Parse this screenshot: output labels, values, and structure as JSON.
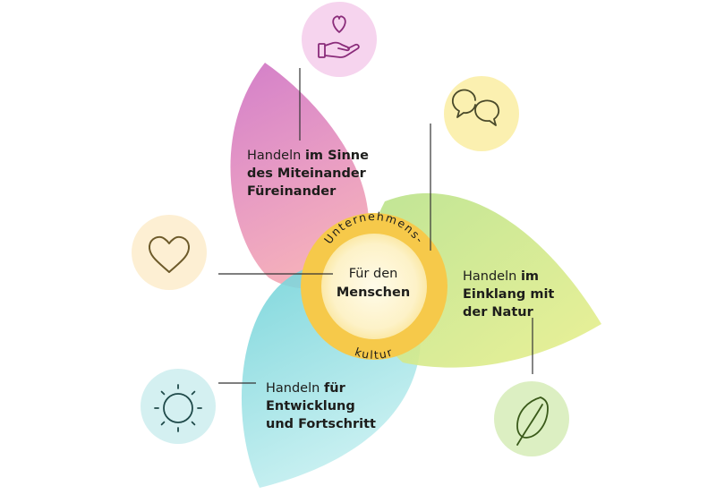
{
  "center": {
    "arc_top": "Unternehmens-",
    "arc_bottom": "kultur",
    "line1": "Für den",
    "line2": "Menschen"
  },
  "petals": {
    "top": {
      "prefix": "Handeln",
      "bold1": "im Sinne",
      "line2": "des Miteinander",
      "line3": "Füreinander",
      "color": "#d67fc6"
    },
    "right": {
      "prefix": "Handeln",
      "bold1": "im",
      "line2": "Einklang mit",
      "line3": "der Natur",
      "color": "#b8df72"
    },
    "bottom": {
      "prefix": "Handeln",
      "bold1": "für",
      "line2": "Entwicklung",
      "line3": "und Fortschritt",
      "color": "#7fd6d8"
    }
  },
  "icons": [
    {
      "name": "hand-heart-icon",
      "color": "#f6d4ee"
    },
    {
      "name": "speech-bubbles-icon",
      "color": "#fbf0b0"
    },
    {
      "name": "heart-icon",
      "color": "#fdefd3"
    },
    {
      "name": "leaf-icon",
      "color": "#dcefc2"
    },
    {
      "name": "sun-icon",
      "color": "#d4f0f1"
    }
  ],
  "ring_color": "#f5c84c"
}
